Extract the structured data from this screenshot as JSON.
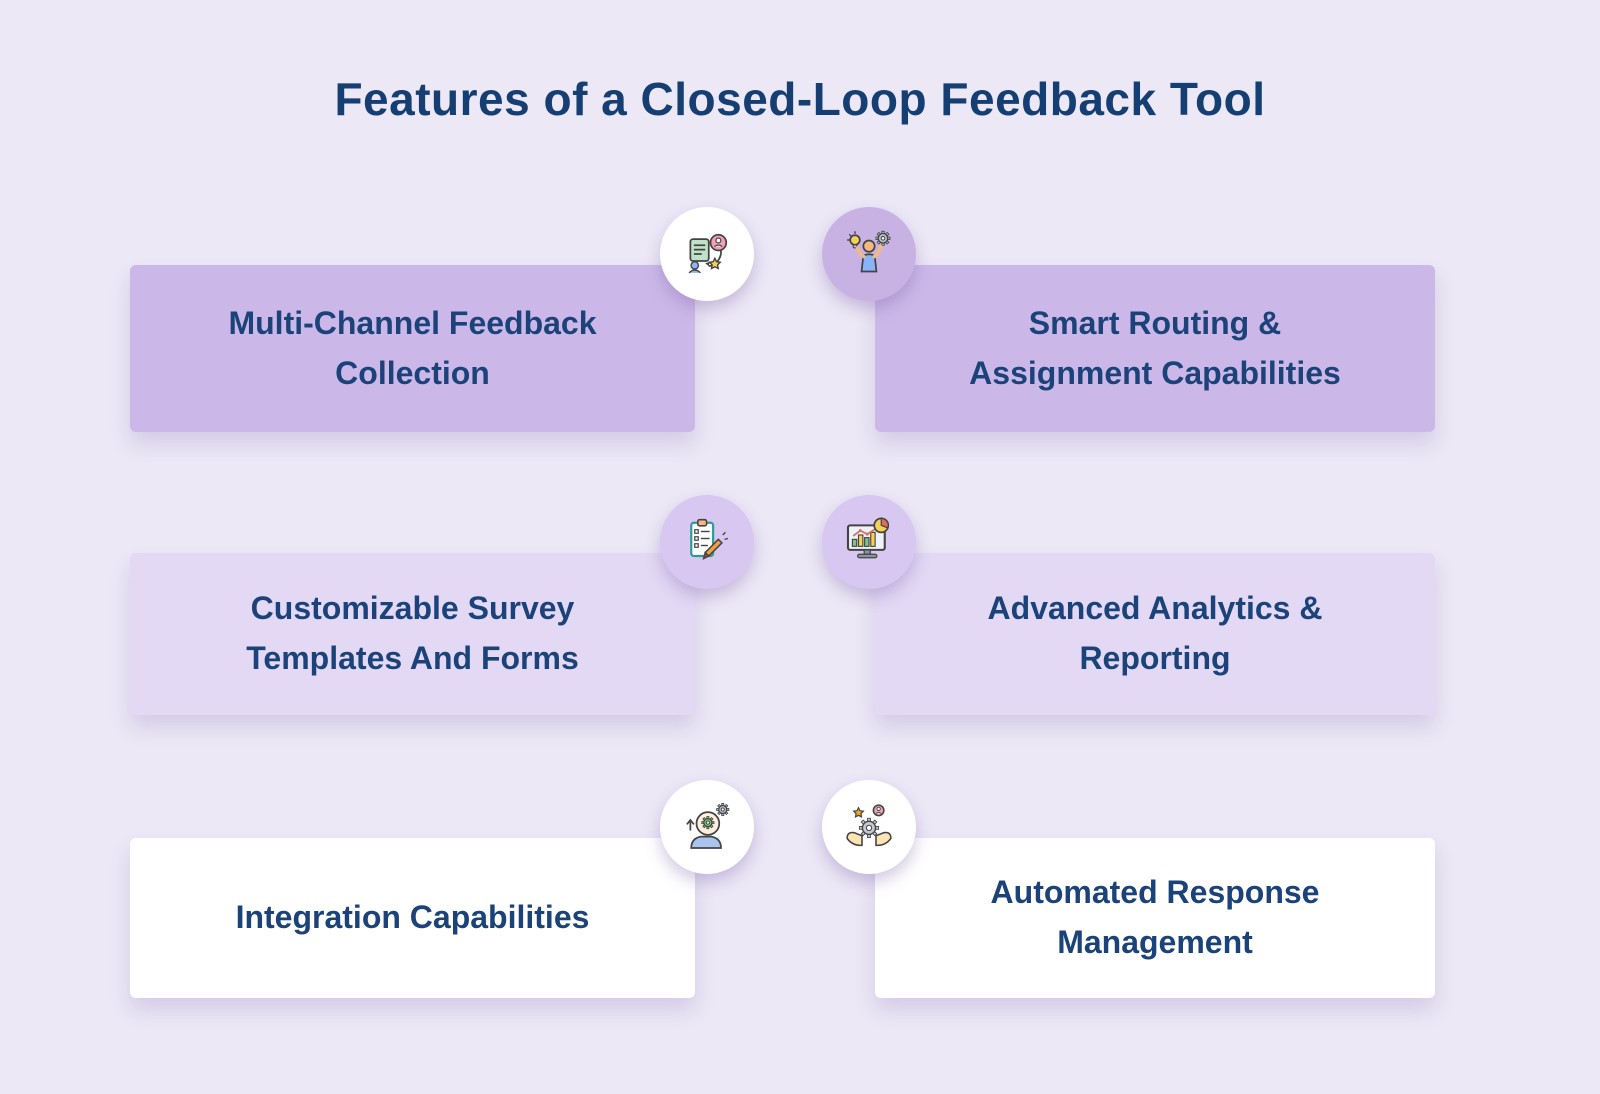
{
  "title": "Features of a Closed-Loop Feedback Tool",
  "colors": {
    "background": "#ece8f6",
    "title_text": "#153e73",
    "card_text": "#1b4379",
    "card_row1_bg": "#ccb8e8",
    "card_row2_bg": "#e3d9f5",
    "card_row3_bg": "#ffffff",
    "icon_circle_white": "#ffffff",
    "icon_circle_lavender": "#c8b2e4",
    "icon_circle_light_lavender": "#d8c7f0"
  },
  "cards": [
    {
      "label": "Multi-Channel Feedback\nCollection",
      "icon": "feedback-collection-icon",
      "row": 1,
      "column": "left"
    },
    {
      "label": "Smart Routing &\nAssignment Capabilities",
      "icon": "smart-routing-icon",
      "row": 1,
      "column": "right"
    },
    {
      "label": "Customizable Survey\nTemplates And Forms",
      "icon": "survey-templates-icon",
      "row": 2,
      "column": "left"
    },
    {
      "label": "Advanced Analytics &\nReporting",
      "icon": "analytics-reporting-icon",
      "row": 2,
      "column": "right"
    },
    {
      "label": "Integration Capabilities",
      "icon": "integration-icon",
      "row": 3,
      "column": "left"
    },
    {
      "label": "Automated Response\nManagement",
      "icon": "automated-response-icon",
      "row": 3,
      "column": "right"
    }
  ]
}
